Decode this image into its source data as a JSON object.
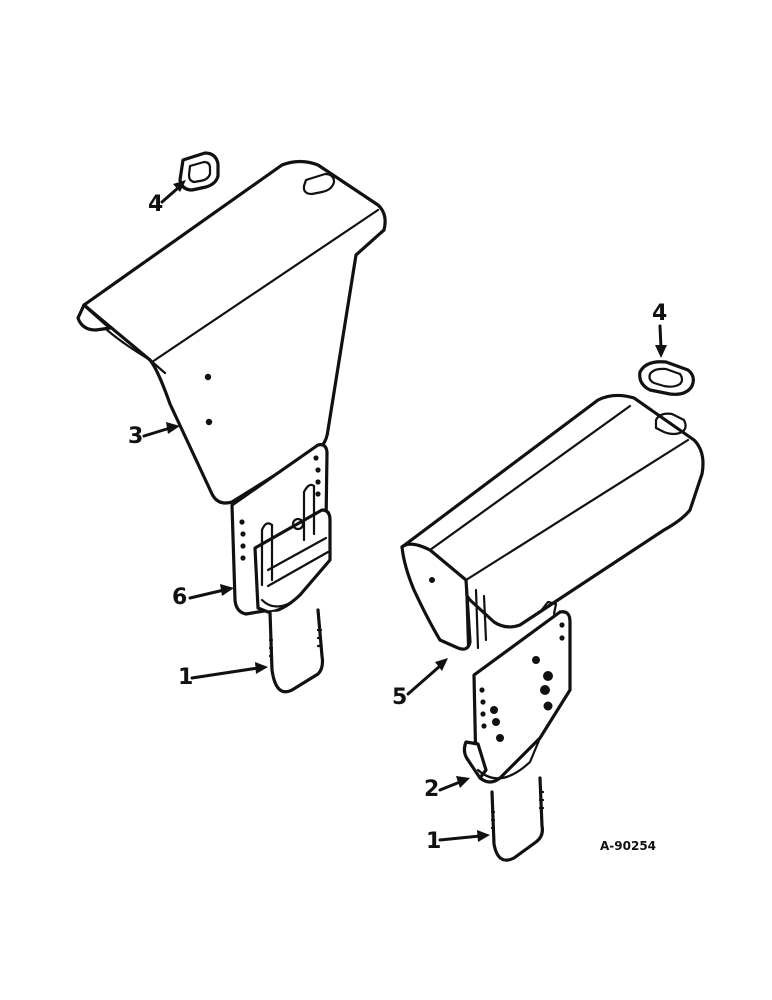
{
  "callouts": {
    "c4_top": "4",
    "c3": "3",
    "c6": "6",
    "c1_left": "1",
    "c4_right": "4",
    "c5": "5",
    "c2": "2",
    "c1_right": "1"
  },
  "reference_number": "A-90254"
}
